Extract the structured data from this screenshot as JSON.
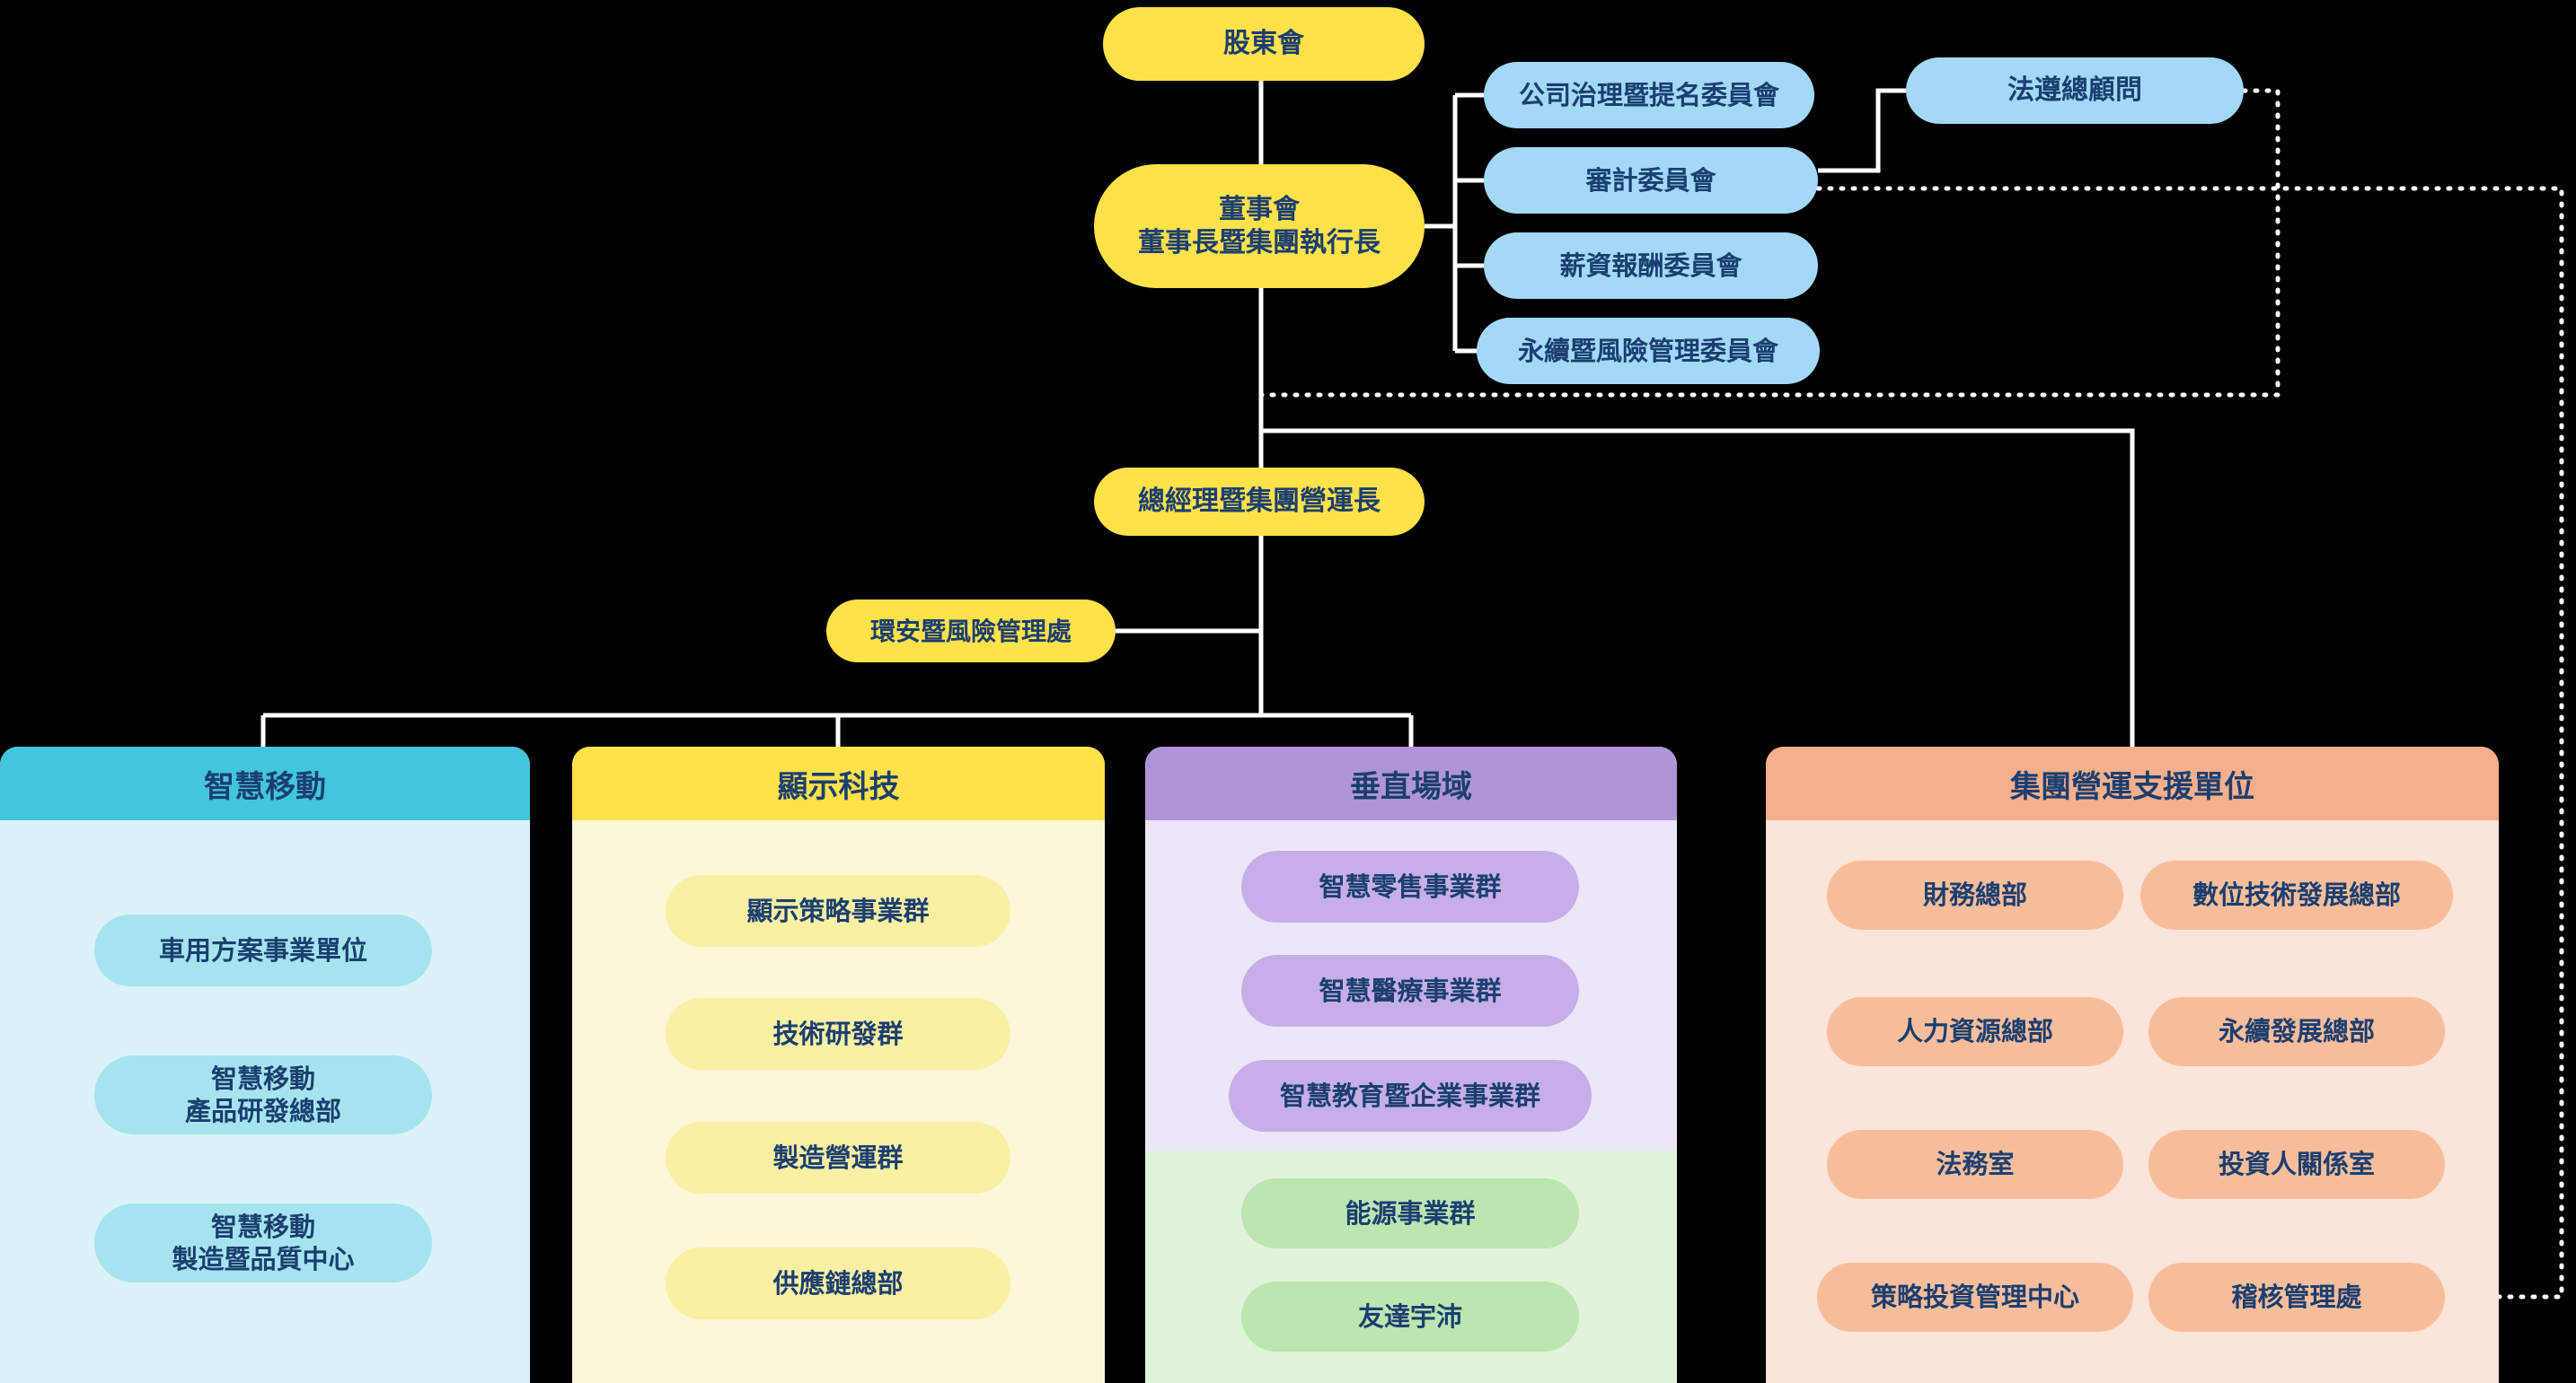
{
  "palette": {
    "bg": "#000000",
    "text": "#1B3F70",
    "line": "#FFFFFF",
    "yellow": "#FFE14A",
    "lightblue": "#A3D8F6",
    "cyan-header": "#42C6DB",
    "cyan-body": "#DBF3F8",
    "cyan-btn": "#A5E4EE",
    "yellow-body": "#FCF7D9",
    "yellow-btn": "#FAEFA3",
    "purple-header": "#B094D8",
    "purple-body": "#ECE6F7",
    "purple-btn": "#C6AEE8",
    "green-body": "#E2F2DB",
    "green-btn": "#BCE5B0",
    "orange-header": "#F5AF8B",
    "orange-body": "#FBE4D9",
    "orange-btn": "#F7BD9B"
  },
  "nodes": {
    "shareholders": "股東會",
    "board": "董事會\n董事長暨集團執行長",
    "president": "總經理暨集團營運長",
    "esh": "環安暨風險管理處",
    "compliance": "法遵總顧問"
  },
  "committees": [
    "公司治理暨提名委員會",
    "審計委員會",
    "薪資報酬委員會",
    "永續暨風險管理委員會"
  ],
  "columns": {
    "mobility": {
      "title": "智慧移動",
      "items": [
        "車用方案事業單位",
        "智慧移動\n產品研發總部",
        "智慧移動\n製造暨品質中心"
      ]
    },
    "display": {
      "title": "顯示科技",
      "items": [
        "顯示策略事業群",
        "技術研發群",
        "製造營運群",
        "供應鏈總部"
      ]
    },
    "vertical": {
      "title": "垂直場域",
      "items": [
        "智慧零售事業群",
        "智慧醫療事業群",
        "智慧教育暨企業事業群"
      ],
      "energy_items": [
        "能源事業群",
        "友達宇沛"
      ]
    },
    "support": {
      "title": "集團營運支援單位",
      "items": [
        "財務總部",
        "數位技術發展總部",
        "人力資源總部",
        "永續發展總部",
        "法務室",
        "投資人關係室",
        "策略投資管理中心",
        "稽核管理處"
      ]
    }
  }
}
